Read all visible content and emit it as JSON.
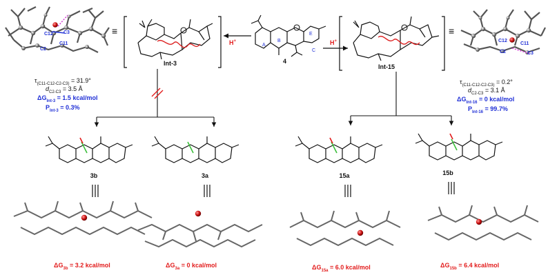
{
  "center": {
    "compound_label": "4",
    "proton_left": "H",
    "proton_right": "H",
    "plus": "+"
  },
  "left_intermediate": {
    "label": "Int-3",
    "tors_symbol": "τ",
    "tors_sub": "(C11-C12-C2-C3)",
    "tors_val": "= 31.9°",
    "dist_symbol": "d",
    "dist_sub": "C2-C3",
    "dist_val": "= 3.5 Å",
    "dg_symbol": "ΔG",
    "dg_sub": "Int-3",
    "dg_val": "= 1.5 kcal/mol",
    "p_symbol": "P",
    "p_sub": "Int-3",
    "p_val": "= 0.3%",
    "atoms": [
      "C12",
      "C3",
      "C11",
      "C2"
    ]
  },
  "right_intermediate": {
    "label": "Int-15",
    "tors_symbol": "τ",
    "tors_sub": "(C11-C12-C2-C3)",
    "tors_val": "= 0.2°",
    "dist_symbol": "d",
    "dist_sub": "C2-C3",
    "dist_val": "= 3.1 Å",
    "dg_symbol": "ΔG",
    "dg_sub": "Int-16",
    "dg_val": "= 0 kcal/mol",
    "p_symbol": "P",
    "p_sub": "Int-16",
    "p_val": "= 99.7%",
    "atoms": [
      "C12",
      "C11",
      "C2",
      "C3"
    ]
  },
  "ring_labels": {
    "A": "A",
    "B": "B",
    "C": "C",
    "E": "E"
  },
  "products": [
    {
      "id": "3b",
      "dg_symbol": "ΔG",
      "dg_sub": "3b",
      "dg_val": "= 3.2 kcal/mol"
    },
    {
      "id": "3a",
      "dg_symbol": "ΔG",
      "dg_sub": "3a",
      "dg_val": "= 0 kcal/mol"
    },
    {
      "id": "15a",
      "dg_symbol": "ΔG",
      "dg_sub": "15a",
      "dg_val": "= 6.0 kcal/mol"
    },
    {
      "id": "15b",
      "dg_symbol": "ΔG",
      "dg_sub": "15b",
      "dg_val": "= 6.4 kcal/mol"
    }
  ],
  "colors": {
    "blue": "#1f2fd6",
    "red": "#e21b1b",
    "green": "#3bbf3b",
    "magenta": "#d63cd6",
    "wavy": "#d22"
  }
}
